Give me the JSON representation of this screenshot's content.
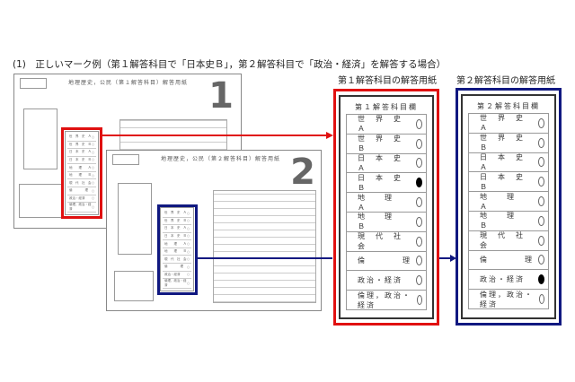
{
  "heading": "(1)　正しいマーク例（第１解答科目で「日本史Ｂ」，第２解答科目で「政治・経済」を解答する場合）",
  "captions": {
    "first": "第１解答科目の解答用紙",
    "second": "第２解答科目の解答用紙"
  },
  "sheets": [
    {
      "title": "地理歴史，公民（第１解答科目）解答用紙",
      "number": "1"
    },
    {
      "title": "地理歴史，公民（第２解答科目）解答用紙",
      "number": "2"
    }
  ],
  "colors": {
    "first": "#e01010",
    "second": "#101880"
  },
  "panels": [
    {
      "header": "第１解答科目欄",
      "selected": "日本史Ｂ"
    },
    {
      "header": "第２解答科目欄",
      "selected": "政治・経済"
    }
  ],
  "subjects": [
    "世　界　史　Ａ",
    "世　界　史　Ｂ",
    "日　本　史　Ａ",
    "日　本　史　Ｂ",
    "地　　理　　Ａ",
    "地　　理　　Ｂ",
    "現　代　社　会",
    "倫　　　　理",
    "政治・経済",
    "倫理，政治・経済"
  ],
  "marks": [
    [
      0,
      0,
      0,
      1,
      0,
      0,
      0,
      0,
      0,
      0
    ],
    [
      0,
      0,
      0,
      0,
      0,
      0,
      0,
      0,
      1,
      0
    ]
  ]
}
